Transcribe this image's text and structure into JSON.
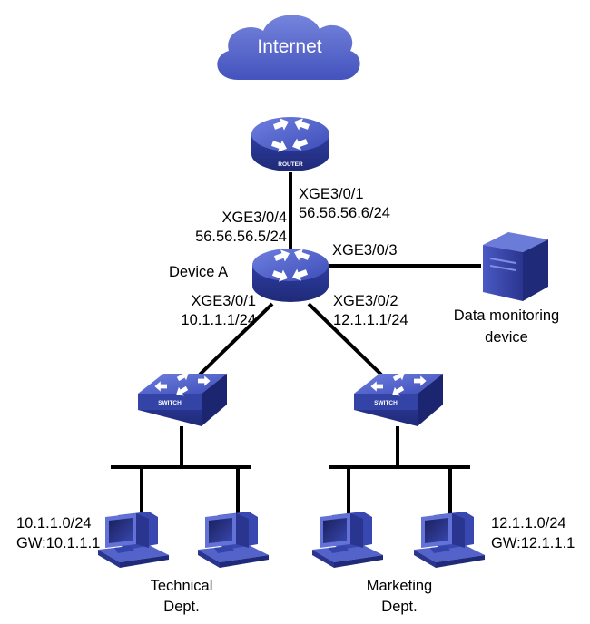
{
  "cloud": {
    "label": "Internet"
  },
  "router": {
    "badge": "ROUTER"
  },
  "switch_left": {
    "badge": "SWITCH"
  },
  "switch_right": {
    "badge": "SWITCH"
  },
  "device_a": {
    "label": "Device A"
  },
  "router_port": {
    "name": "XGE3/0/1",
    "ip": "56.56.56.6/24"
  },
  "device_a_uplink": {
    "name": "XGE3/0/4",
    "ip": "56.56.56.5/24"
  },
  "device_a_monitor_port": {
    "name": "XGE3/0/3"
  },
  "device_a_port1": {
    "name": "XGE3/0/1",
    "ip": "10.1.1.1/24"
  },
  "device_a_port2": {
    "name": "XGE3/0/2",
    "ip": "12.1.1.1/24"
  },
  "monitor": {
    "line1": "Data monitoring",
    "line2": "device"
  },
  "technical": {
    "subnet": "10.1.1.0/24",
    "gateway": "GW:10.1.1.1",
    "name1": "Technical",
    "name2": "Dept."
  },
  "marketing": {
    "subnet": "12.1.1.0/24",
    "gateway": "GW:12.1.1.1",
    "name1": "Marketing",
    "name2": "Dept."
  },
  "colors": {
    "device_blue": "#4a5bc4",
    "cloud_blue": "#5f6fd0",
    "link": "#000000"
  }
}
